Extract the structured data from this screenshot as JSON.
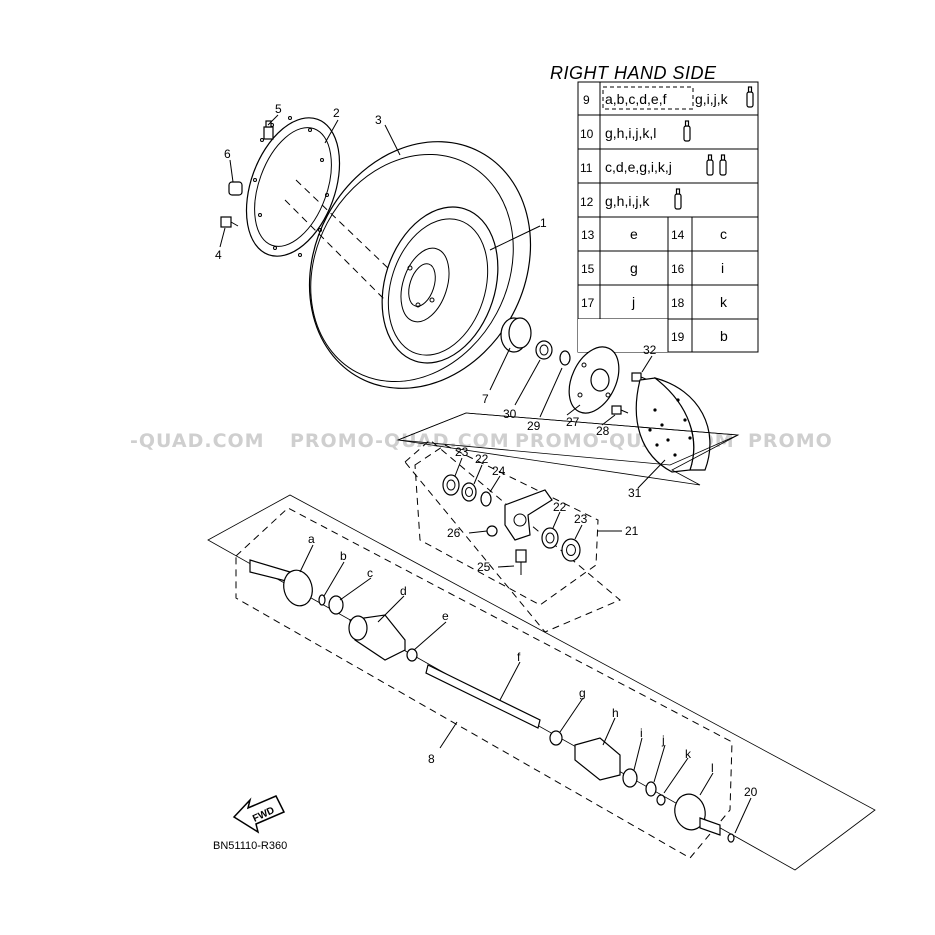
{
  "table": {
    "title": "RIGHT HAND SIDE",
    "rows_full": [
      {
        "num": "9",
        "text": "a,b,c,d,e,f",
        "text2": "g,i,j,k"
      },
      {
        "num": "10",
        "text": "g,h,i,j,k,l",
        "text2": ""
      },
      {
        "num": "11",
        "text": "c,d,e,g,i,k,j",
        "text2": ""
      },
      {
        "num": "12",
        "text": "g,h,i,j,k",
        "text2": ""
      }
    ],
    "rows_pairs": [
      {
        "n1": "13",
        "v1": "e",
        "n2": "14",
        "v2": "c"
      },
      {
        "n1": "15",
        "v1": "g",
        "n2": "16",
        "v2": "i"
      },
      {
        "n1": "17",
        "v1": "j",
        "n2": "18",
        "v2": "k"
      },
      {
        "n1": "",
        "v1": "",
        "n2": "19",
        "v2": "b"
      }
    ]
  },
  "watermark": [
    "-QUAD.COM",
    "PROMO-QUAD.COM",
    "PROMO-QUAD.COM",
    "PROMO"
  ],
  "callouts": {
    "n1": "1",
    "n2": "2",
    "n3": "3",
    "n4": "4",
    "n5": "5",
    "n6": "6",
    "n7": "7",
    "n8": "8",
    "n20": "20",
    "n21": "21",
    "n22a": "22",
    "n22b": "22",
    "n23a": "23",
    "n23b": "23",
    "n24": "24",
    "n25": "25",
    "n26": "26",
    "n27": "27",
    "n28": "28",
    "n29": "29",
    "n30": "30",
    "n31": "31",
    "n32": "32",
    "la": "a",
    "lb": "b",
    "lc": "c",
    "ld": "d",
    "le": "e",
    "lf": "f",
    "lg": "g",
    "lh": "h",
    "li": "i",
    "lj": "j",
    "lk": "k",
    "ll": "l"
  },
  "fwd_label": "FWD",
  "diagram_code": "BN51110-R360"
}
